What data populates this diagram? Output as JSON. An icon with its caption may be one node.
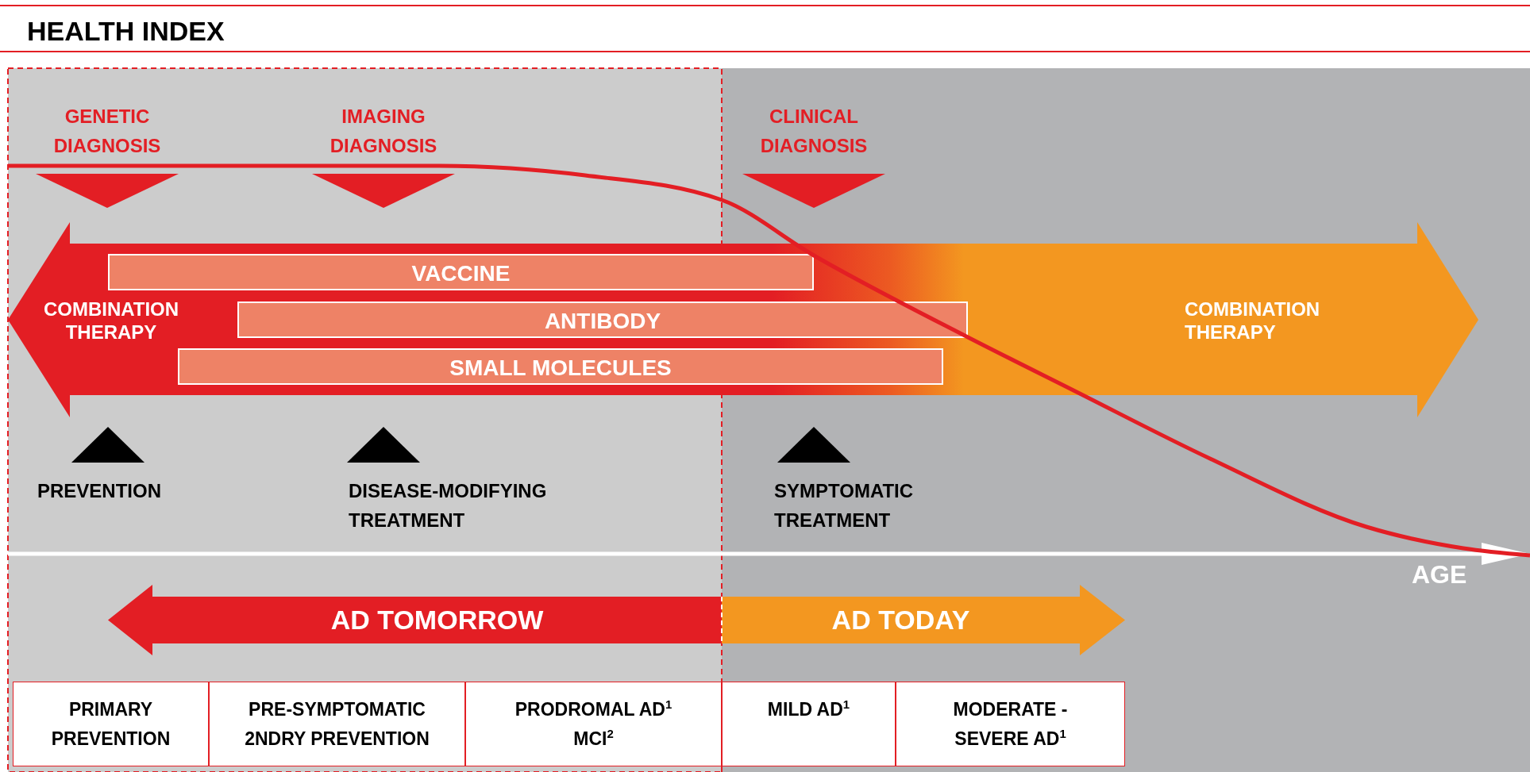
{
  "diagram": {
    "title": "HEALTH INDEX",
    "nodes": [
      {
        "text": [
          "COMBINATION THERAPY",
          "COMBINATION THERAPY"
        ]
      },
      {
        "text": [
          "VACCINE"
        ],
        "in": 0
      },
      {
        "text": [
          "ANTIBODY"
        ],
        "in": 0
      },
      {
        "text": [
          "SMALL MOLECULES"
        ],
        "in": 0
      },
      {
        "text": [
          "AD TOMORROW"
        ]
      },
      {
        "text": [
          "AD TODAY"
        ]
      },
      {
        "text": [
          "PRIMARY PREVENTION"
        ]
      },
      {
        "text": [
          "PRE-SYMPTOMATIC 2NDRY PREVENTION"
        ]
      },
      {
        "text": [
          "PRODROMAL AD$^{1}$ MCI$^{2}$"
        ]
      },
      {
        "text": [
          "MILD AD$^{1}$"
        ]
      },
      {
        "text": [
          "MODERATE - SEVERE AD$^{1}$"
        ]
      },
      {
        "text": [],
        "shape": "triangle",
        "beside": [
          "GENETIC DIAGNOSIS"
        ]
      },
      {
        "text": [],
        "shape": "triangle",
        "beside": [
          "IMAGING DIAGNOSIS"
        ]
      },
      {
        "text": [],
        "shape": "triangle",
        "beside": [
          "CLINICAL DIAGNOSIS"
        ]
      },
      {
        "text": [],
        "shape": "triangle",
        "beside": [
          "PREVENTION"
        ]
      },
      {
        "text": [],
        "shape": "triangle",
        "beside": [
          "DISEASE-MODIFYING TREATMENT"
        ]
      },
      {
        "text": [],
        "shape": "triangle",
        "beside": [
          "SYMPTOMATIC TREATMENT"
        ]
      }
    ],
    "labels": [
      "AGE"
    ]
  }
}
